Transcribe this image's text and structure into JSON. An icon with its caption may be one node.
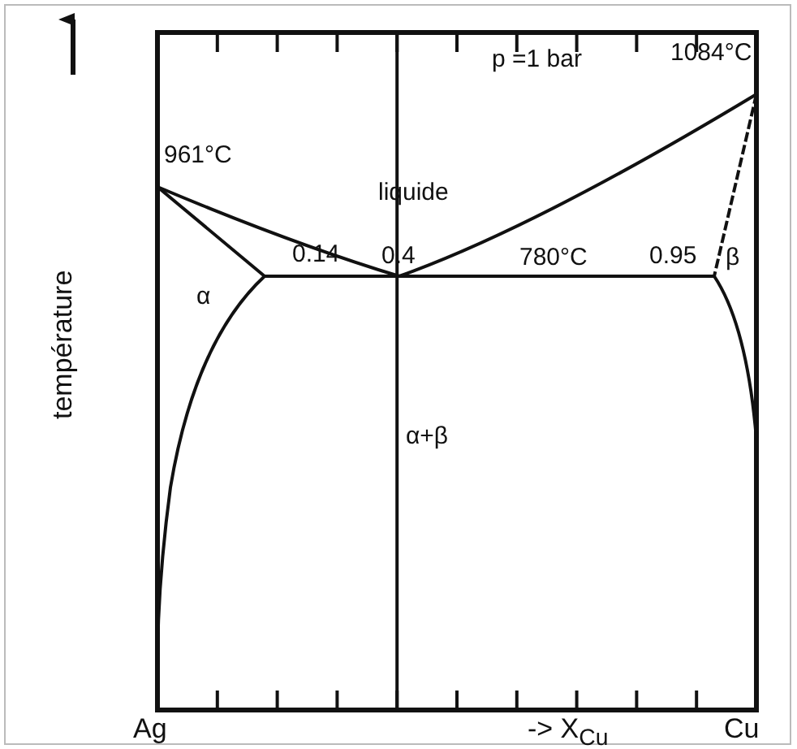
{
  "diagram": {
    "labels": [
      "p =1 bar",
      "1084°C",
      "961°C",
      "liquide",
      "température",
      "0.14",
      "0.4",
      "780°C",
      "0.95",
      "α",
      "β",
      "α+β",
      "Ag",
      "-> X$_{Cu}$",
      "Cu"
    ]
  }
}
